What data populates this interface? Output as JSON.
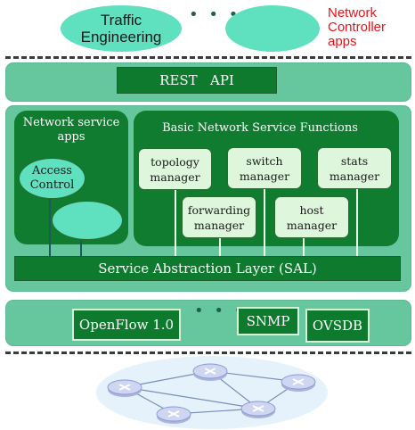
{
  "apps": {
    "traffic_engineering": "Traffic\nEngineering",
    "ellipsis": "• • •",
    "network_controller_apps": "Network\nController\napps"
  },
  "rest_api": "REST   API",
  "network_service_apps": {
    "title": "Network service\napps",
    "access_control": "Access\nControl"
  },
  "basic_functions": {
    "title": "Basic Network Service Functions",
    "topology_manager": "topology\nmanager",
    "switch_manager": "switch\nmanager",
    "stats_manager": "stats\nmanager",
    "forwarding_manager": "forwarding\nmanager",
    "host_manager": "host\nmanager"
  },
  "sal": "Service Abstraction Layer (SAL)",
  "southbound": {
    "openflow": "OpenFlow 1.0",
    "ellipsis": "• • •",
    "snmp": "SNMP",
    "ovsdb": "OVSDB"
  },
  "colors": {
    "band": "#66c79f",
    "dark_green": "#0f7c30",
    "light_box": "#ddf6dc",
    "app_ellipse": "#5fe0bf",
    "label_red": "#e8141a",
    "network_cloud": "#e6f2fb",
    "switch_node": "#cfd6f2"
  }
}
